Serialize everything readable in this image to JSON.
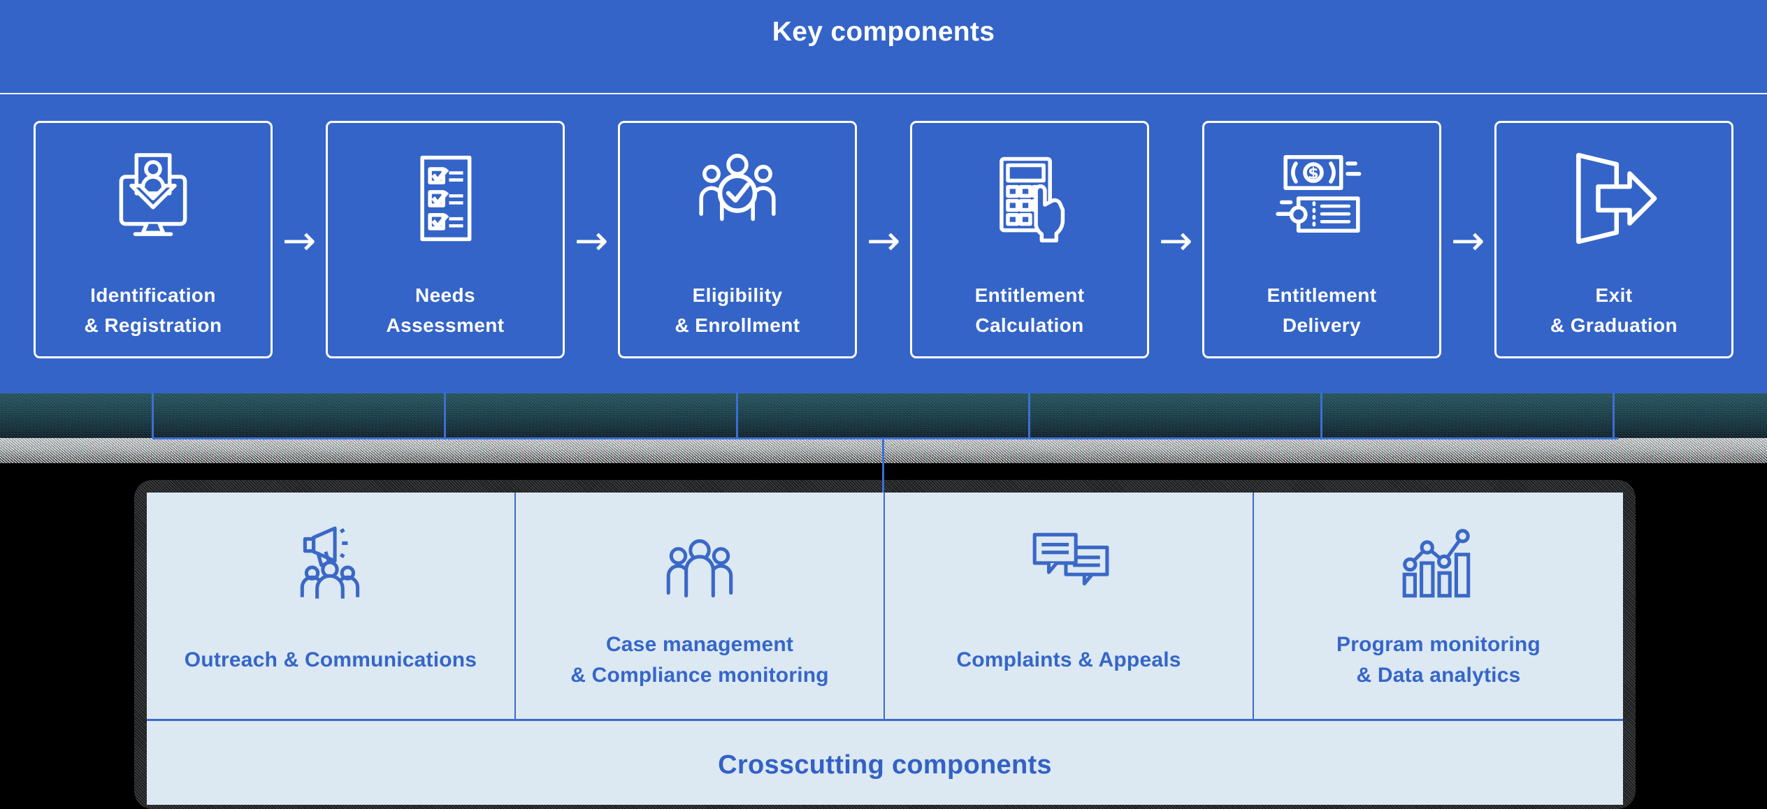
{
  "header": {
    "title": "Key components"
  },
  "flow_arrow": "→",
  "key_components": [
    {
      "label": "Identification\n& Registration",
      "icon": "monitor-person-download-icon"
    },
    {
      "label": "Needs\nAssessment",
      "icon": "checklist-icon"
    },
    {
      "label": "Eligibility\n& Enrollment",
      "icon": "people-check-icon"
    },
    {
      "label": "Entitlement\nCalculation",
      "icon": "calculator-hand-icon"
    },
    {
      "label": "Entitlement\nDelivery",
      "icon": "cash-voucher-icon"
    },
    {
      "label": "Exit\n& Graduation",
      "icon": "exit-door-arrow-icon"
    }
  ],
  "crosscutting": {
    "title": "Crosscutting components",
    "items": [
      {
        "label": "Outreach & Communications",
        "icon": "megaphone-people-icon"
      },
      {
        "label": "Case management\n& Compliance monitoring",
        "icon": "people-group-icon"
      },
      {
        "label": "Complaints & Appeals",
        "icon": "chat-bubbles-icon"
      },
      {
        "label": "Program monitoring\n& Data analytics",
        "icon": "bar-chart-trend-icon"
      }
    ]
  },
  "colors": {
    "band_blue": "#3464C8",
    "panel_background": "#DCE8F2",
    "line_blue": "#3A6BC8",
    "label_blue": "#3566C9",
    "connector_blue": "#3C6FD3",
    "white": "#FFFFFF"
  }
}
